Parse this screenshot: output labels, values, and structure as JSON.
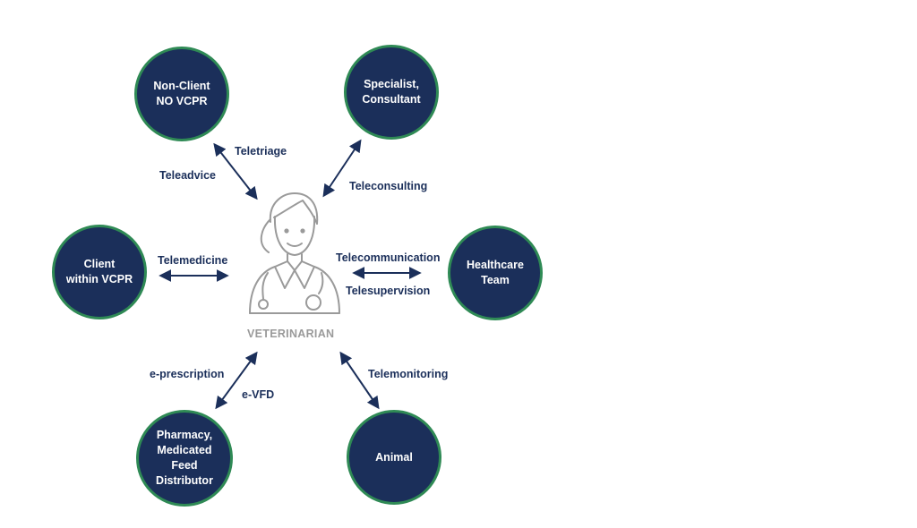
{
  "colors": {
    "node_fill": "#1b2f5a",
    "node_border": "#2f8a55",
    "text_dark": "#1b2f5a",
    "figure_gray": "#9a9a9a"
  },
  "center": {
    "label": "VETERINARIAN",
    "icon": "veterinarian-icon"
  },
  "nodes": {
    "non_client": "Non-Client\nNO VCPR",
    "specialist": "Specialist,\nConsultant",
    "client": "Client\nwithin VCPR",
    "healthcare": "Healthcare\nTeam",
    "pharmacy": "Pharmacy,\nMedicated\nFeed\nDistributor",
    "animal": "Animal"
  },
  "edges": {
    "teletriage": "Teletriage",
    "teleadvice": "Teleadvice",
    "teleconsulting": "Teleconsulting",
    "telemedicine": "Telemedicine",
    "telecommunication": "Telecommunication",
    "telesupervision": "Telesupervision",
    "e_prescription": "e-prescription",
    "e_vfd": "e-VFD",
    "telemonitoring": "Telemonitoring"
  }
}
